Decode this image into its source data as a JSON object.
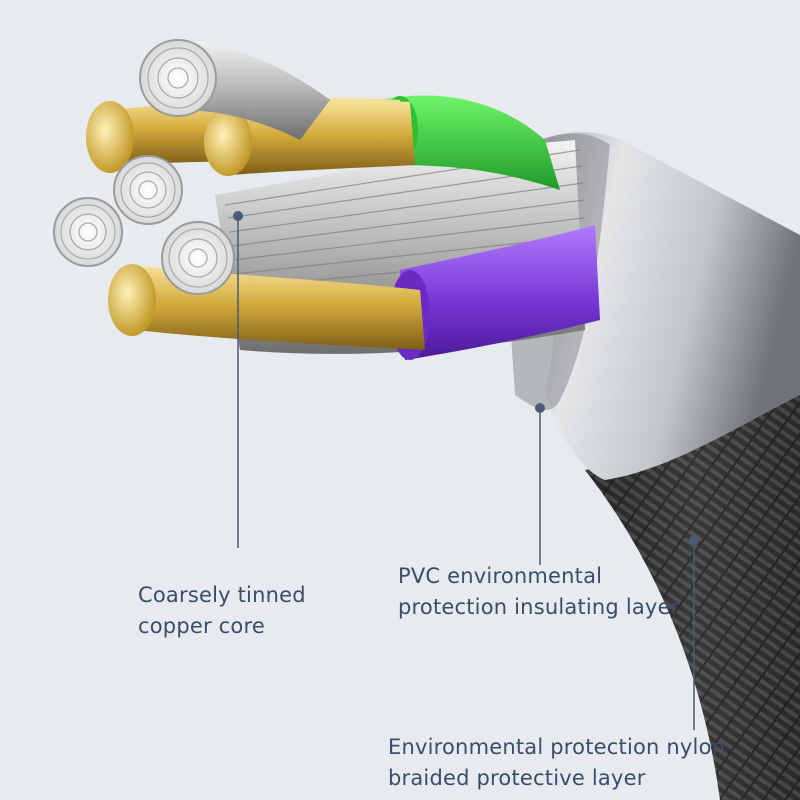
{
  "annotations": {
    "copper_core": {
      "line1": "Coarsely tinned",
      "line2": "copper core"
    },
    "pvc_layer": {
      "line1": "PVC environmental",
      "line2": "protection insulating layer"
    },
    "nylon_layer": {
      "line1": "Environmental protection nylon",
      "line2": "braided protective layer"
    }
  },
  "colors": {
    "background": "#e7ebef",
    "label_text": "#3a4c6a",
    "leader_line": "#4a5a78",
    "green_wire": "#3ccf3c",
    "purple_wire": "#7d3fd6",
    "gold_conductor": "#d9b442",
    "silver_strands": "#c9c9c9",
    "outer_jacket": "#cfd2d5",
    "nylon_braid": "#2b2b2b"
  }
}
